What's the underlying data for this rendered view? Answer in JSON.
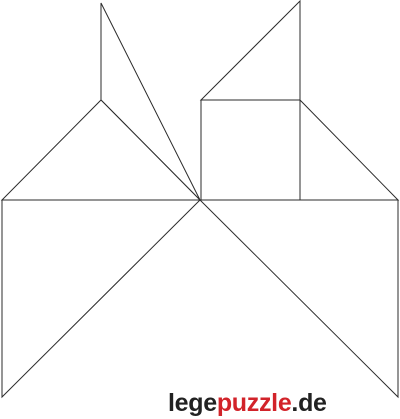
{
  "puzzle": {
    "pieces": [
      {
        "id": "left-ear-triangle",
        "shape": "triangle"
      },
      {
        "id": "right-ear-triangle",
        "shape": "triangle"
      },
      {
        "id": "small-square",
        "shape": "square"
      },
      {
        "id": "left-shoulder-triangle",
        "shape": "triangle"
      },
      {
        "id": "right-shoulder-triangle",
        "shape": "triangle"
      },
      {
        "id": "lower-left-large-triangle",
        "shape": "triangle"
      },
      {
        "id": "lower-right-large-triangle",
        "shape": "triangle"
      }
    ],
    "fill_color": "#ffffff",
    "stroke_color": "#2b2b2b"
  },
  "brand": {
    "part_a": "lege",
    "part_b": "puzzle",
    "part_c": ".de",
    "color_main": "#222222",
    "color_accent": "#d2232a"
  }
}
